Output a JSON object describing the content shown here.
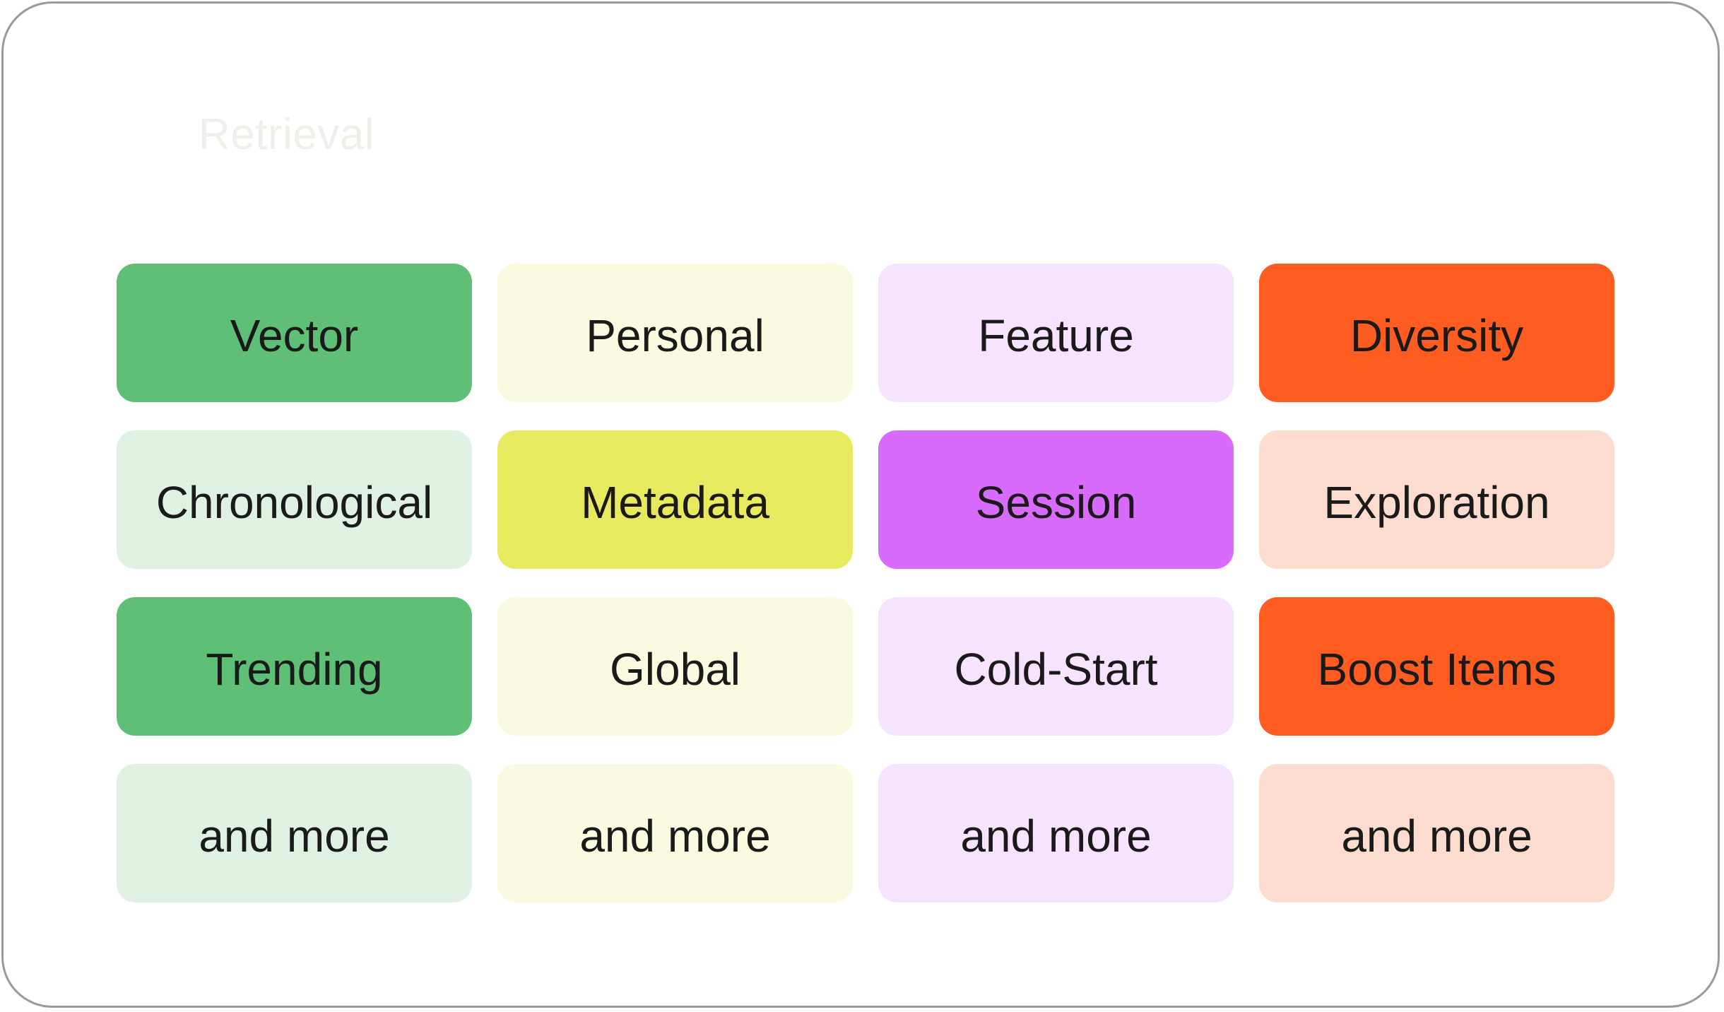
{
  "title": "Retrieval",
  "columns": [
    {
      "tiles": [
        {
          "label": "Vector",
          "color": "#5fbf76"
        },
        {
          "label": "Chronological",
          "color": "#dff1e3"
        },
        {
          "label": "Trending",
          "color": "#5fbf76"
        },
        {
          "label": "and more",
          "color": "#dff1e3"
        }
      ]
    },
    {
      "tiles": [
        {
          "label": "Personal",
          "color": "#f9fae0"
        },
        {
          "label": "Metadata",
          "color": "#e7e95e"
        },
        {
          "label": "Global",
          "color": "#f9fae0"
        },
        {
          "label": "and more",
          "color": "#f9fae0"
        }
      ]
    },
    {
      "tiles": [
        {
          "label": "Feature",
          "color": "#f6e3fd"
        },
        {
          "label": "Session",
          "color": "#d86bfb"
        },
        {
          "label": "Cold-Start",
          "color": "#f6e3fd"
        },
        {
          "label": "and more",
          "color": "#f6e3fd"
        }
      ]
    },
    {
      "tiles": [
        {
          "label": "Diversity",
          "color": "#ff5c22"
        },
        {
          "label": "Exploration",
          "color": "#fddcd0"
        },
        {
          "label": "Boost Items",
          "color": "#ff5c22"
        },
        {
          "label": "and more",
          "color": "#fddcd0"
        }
      ]
    }
  ]
}
